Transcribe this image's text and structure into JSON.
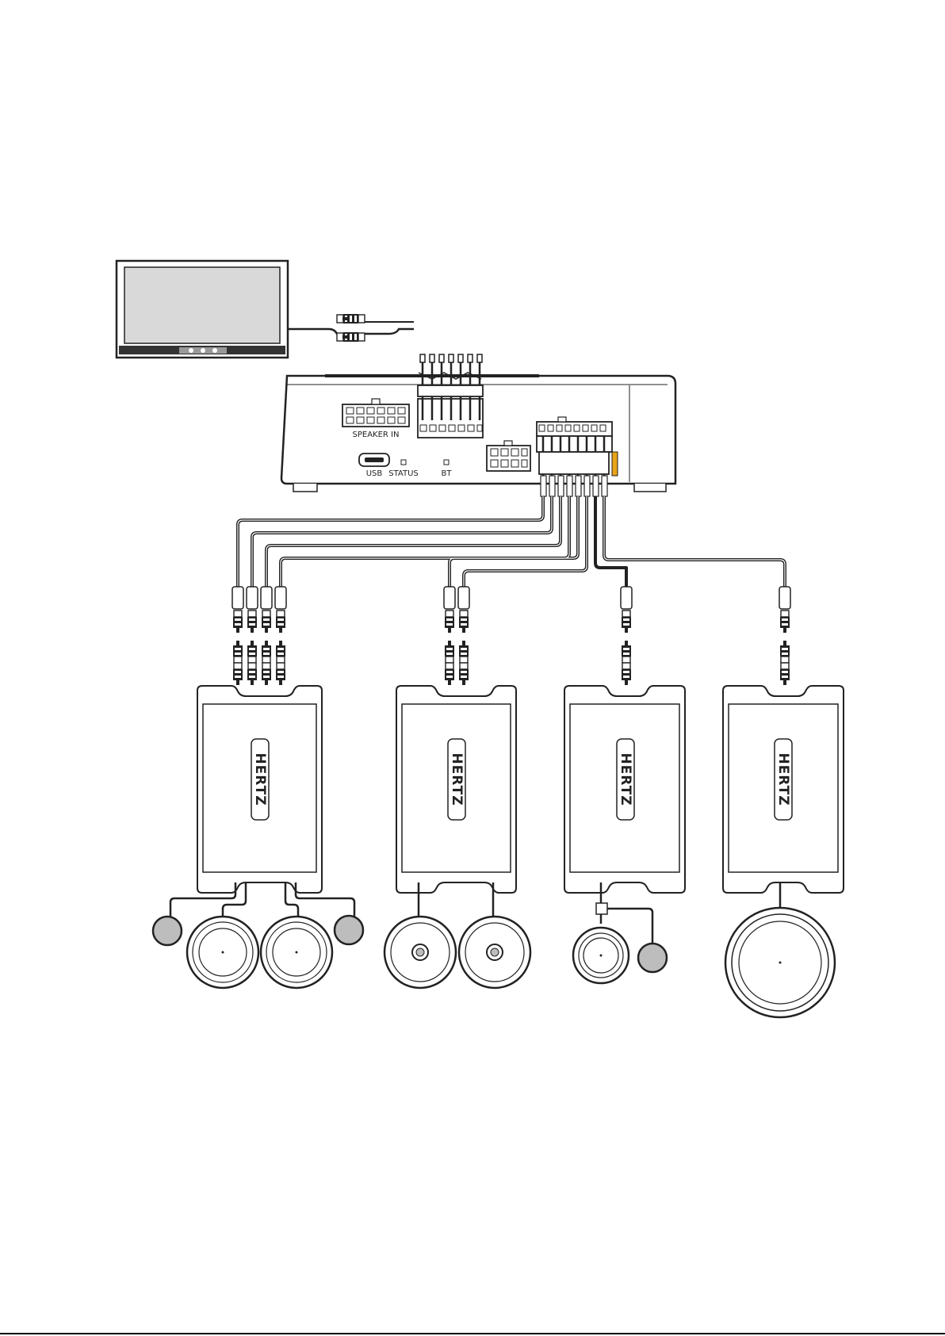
{
  "processor": {
    "speaker_in_label": "SPEAKER IN",
    "usb_label": "USB",
    "status_label": "STATUS",
    "bt_label": "BT"
  },
  "amplifiers": [
    {
      "brand": "HERTZ"
    },
    {
      "brand": "HERTZ"
    },
    {
      "brand": "HERTZ"
    },
    {
      "brand": "HERTZ"
    }
  ],
  "colors": {
    "line": "#222222",
    "screen": "#d9d9d9",
    "tweeter": "#bdbdbd",
    "fuse": "#e8a317"
  }
}
